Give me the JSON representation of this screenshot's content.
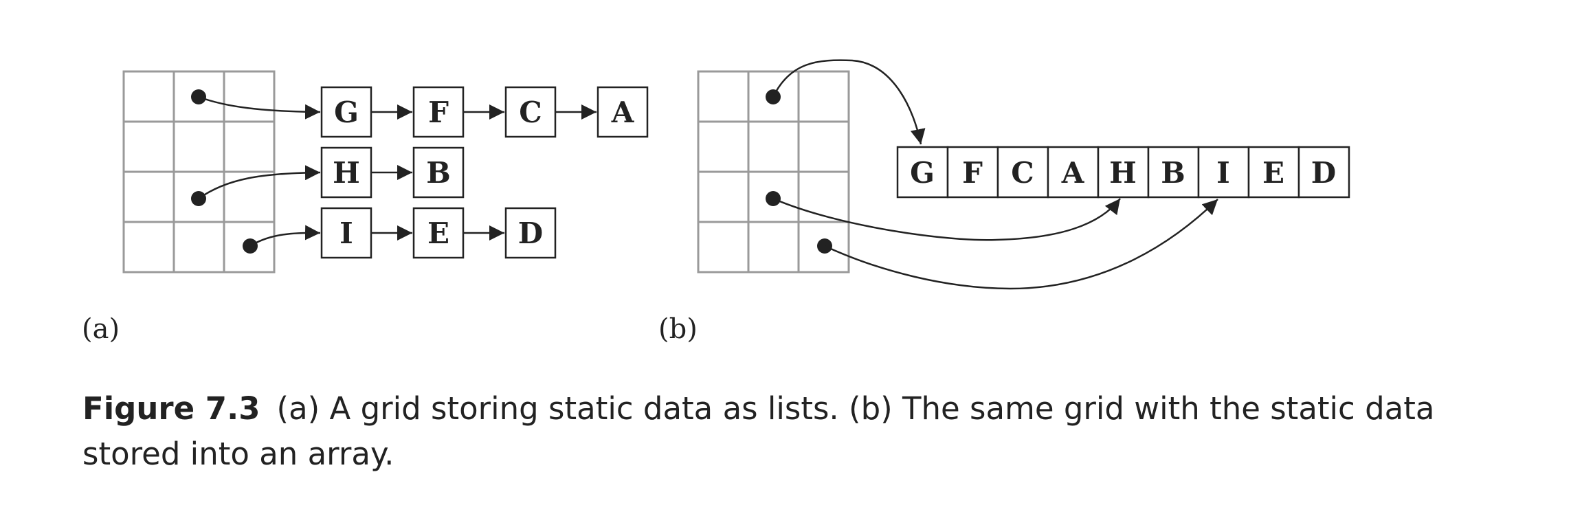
{
  "panel_a": {
    "label": "(a)",
    "lists": [
      [
        "G",
        "F",
        "C",
        "A"
      ],
      [
        "H",
        "B"
      ],
      [
        "I",
        "E",
        "D"
      ]
    ]
  },
  "panel_b": {
    "label": "(b)",
    "array": [
      "G",
      "F",
      "C",
      "A",
      "H",
      "B",
      "I",
      "E",
      "D"
    ]
  },
  "caption": {
    "figure_number": "Figure 7.3",
    "text": "(a) A grid storing static data as lists. (b) The same grid with the static data stored into an array."
  }
}
